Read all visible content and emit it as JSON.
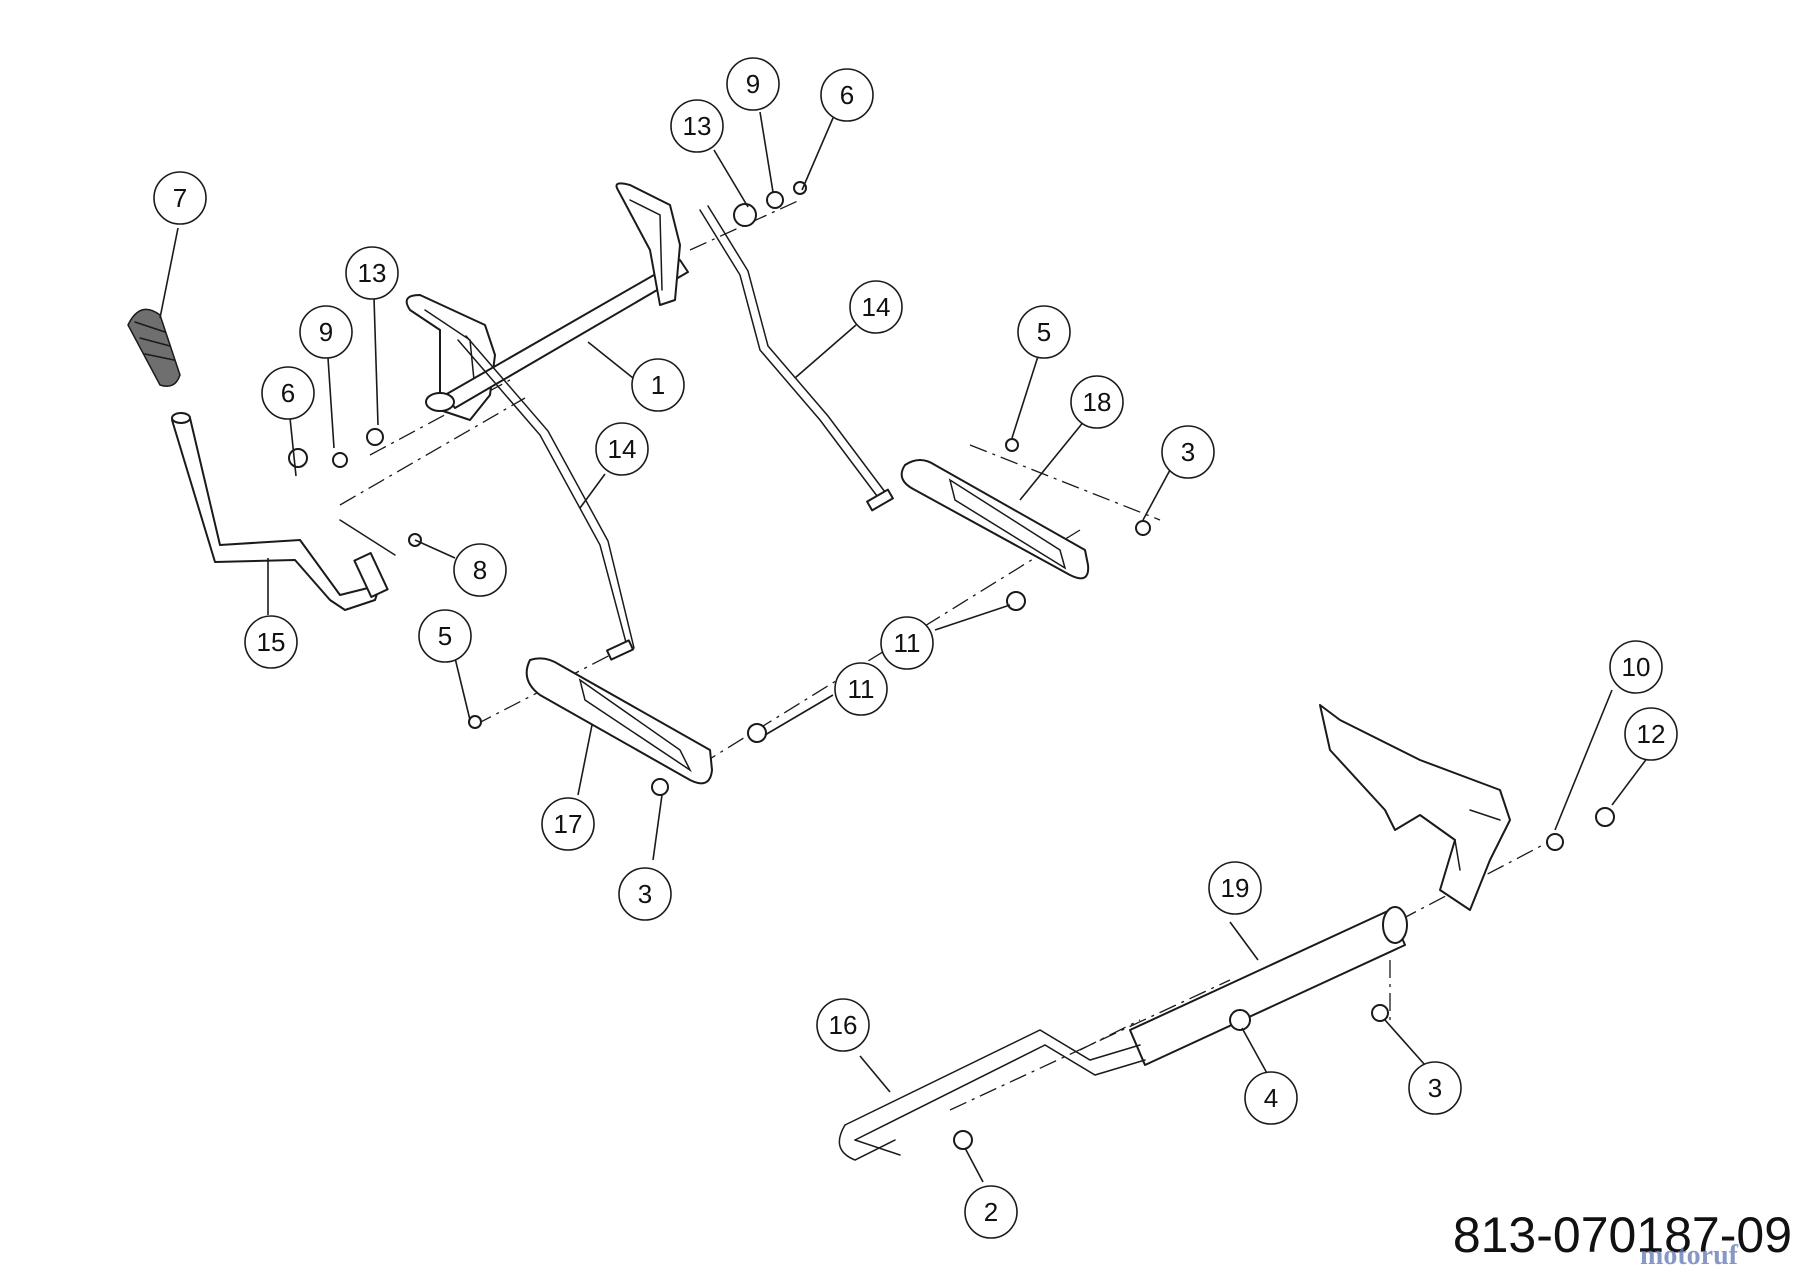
{
  "drawing_number": "813-070187-09",
  "watermark": "motoruf",
  "callouts": [
    {
      "label": "7"
    },
    {
      "label": "13"
    },
    {
      "label": "9"
    },
    {
      "label": "6"
    },
    {
      "label": "13"
    },
    {
      "label": "9"
    },
    {
      "label": "6"
    },
    {
      "label": "14"
    },
    {
      "label": "1"
    },
    {
      "label": "14"
    },
    {
      "label": "8"
    },
    {
      "label": "15"
    },
    {
      "label": "5"
    },
    {
      "label": "18"
    },
    {
      "label": "3"
    },
    {
      "label": "5"
    },
    {
      "label": "11"
    },
    {
      "label": "11"
    },
    {
      "label": "17"
    },
    {
      "label": "3"
    },
    {
      "label": "10"
    },
    {
      "label": "12"
    },
    {
      "label": "19"
    },
    {
      "label": "16"
    },
    {
      "label": "4"
    },
    {
      "label": "3"
    },
    {
      "label": "2"
    }
  ],
  "colors": {
    "line": "#1a1a1a",
    "background": "#ffffff",
    "watermark": "#6b7fb8"
  }
}
